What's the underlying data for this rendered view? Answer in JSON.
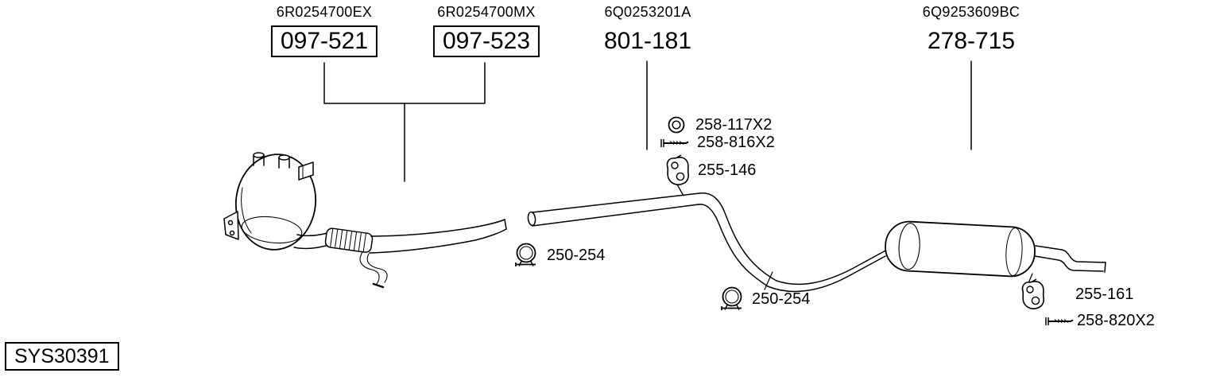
{
  "diagram": {
    "system_id": "SYS30391",
    "part_groups": [
      {
        "oem": "6R0254700EX",
        "code": "097-521",
        "boxed": true
      },
      {
        "oem": "6R0254700MX",
        "code": "097-523",
        "boxed": true
      },
      {
        "oem": "6Q0253201A",
        "code": "801-181",
        "boxed": false
      },
      {
        "oem": "6Q9253609BC",
        "code": "278-715",
        "boxed": false
      }
    ],
    "callouts": [
      {
        "icon": "grommet-icon",
        "label": "258-117X2"
      },
      {
        "icon": "bolt-icon",
        "label": "258-816X2"
      },
      {
        "icon": "rubber-hanger-icon",
        "label": "255-146"
      },
      {
        "icon": "pipe-clamp-icon",
        "label": "250-254"
      },
      {
        "icon": "pipe-clamp-icon",
        "label": "250-254"
      },
      {
        "icon": "rubber-hanger-icon",
        "label": "255-161"
      },
      {
        "icon": "bolt-icon",
        "label": "258-820X2"
      }
    ],
    "colors": {
      "line": "#000000",
      "background": "#ffffff"
    }
  }
}
